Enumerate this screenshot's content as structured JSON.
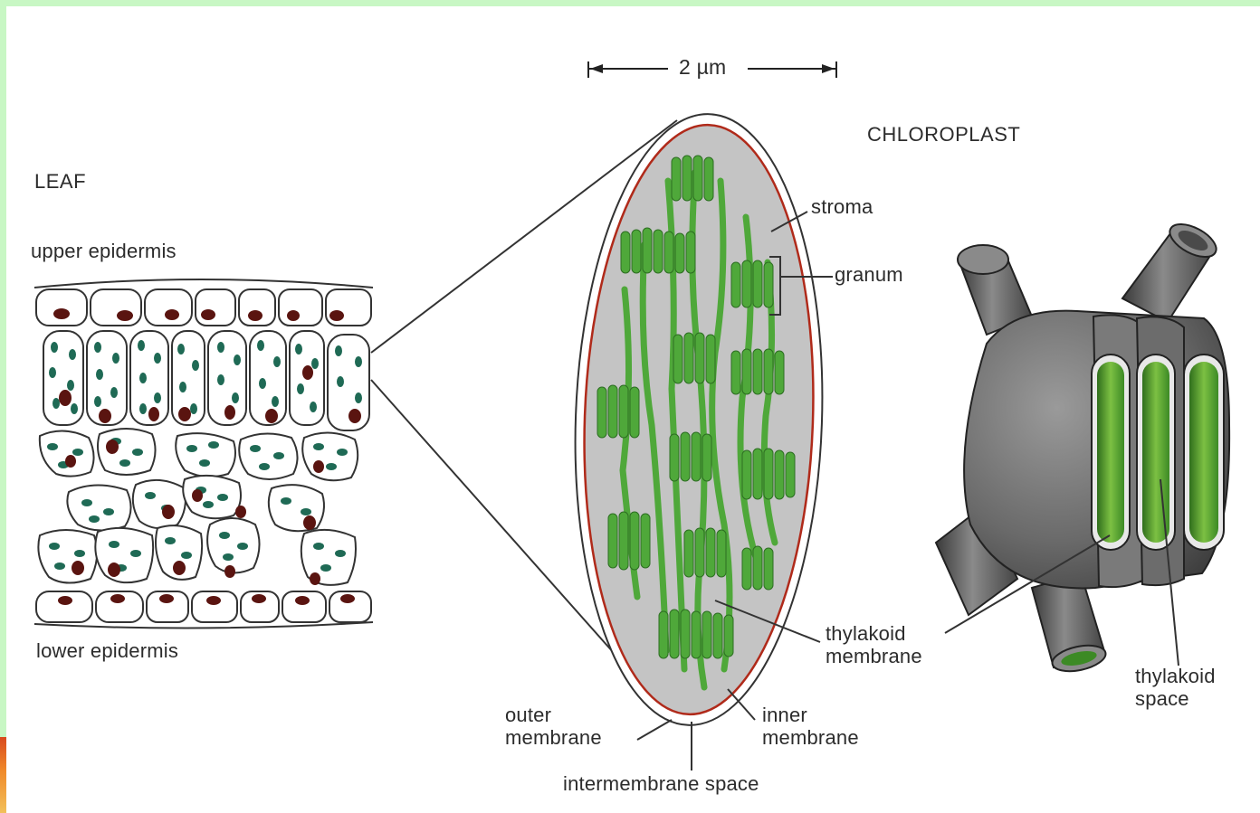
{
  "scale_bar": {
    "text": "2 µm"
  },
  "labels": {
    "leaf": "LEAF",
    "upper_epidermis": "upper epidermis",
    "lower_epidermis": "lower epidermis",
    "chloroplast": "CHLOROPLAST",
    "stroma": "stroma",
    "granum": "granum",
    "thylakoid_membrane": "thylakoid\nmembrane",
    "inner_membrane": "inner\nmembrane",
    "outer_membrane": "outer\nmembrane",
    "intermembrane_space": "intermembrane space",
    "thylakoid_space": "thylakoid\nspace"
  },
  "colors": {
    "frame": "#c8f7c4",
    "stroma": "#c4c4c4",
    "thylakoid_green": "#4fa83a",
    "inner_membrane": "#b02a1a",
    "chloroplast_dots": "#1f6a55",
    "nuclei": "#5a1410",
    "thylakoid_3d_gray": "#6c6c6c"
  }
}
